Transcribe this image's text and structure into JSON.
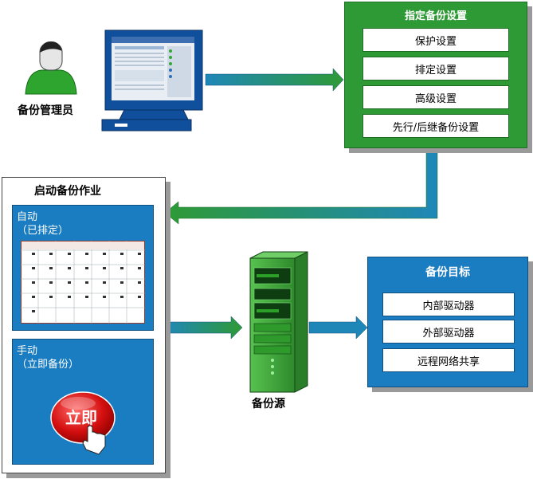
{
  "admin": {
    "label": "备份管理员"
  },
  "settings": {
    "title": "指定备份设置",
    "items": [
      "保护设置",
      "排定设置",
      "高级设置",
      "先行/后继备份设置"
    ]
  },
  "job": {
    "title": "启动备份作业",
    "auto": {
      "line1": "自动",
      "line2": "（已排定）"
    },
    "manual": {
      "line1": "手动",
      "line2": "（立即备份）",
      "button": "立即"
    }
  },
  "source": {
    "label": "备份源"
  },
  "target": {
    "title": "备份目标",
    "items": [
      "内部驱动器",
      "外部驱动器",
      "远程网络共享"
    ]
  },
  "colors": {
    "green": "#2e9a35",
    "blue": "#1a7cc1",
    "arrow": "#1f87b8"
  }
}
